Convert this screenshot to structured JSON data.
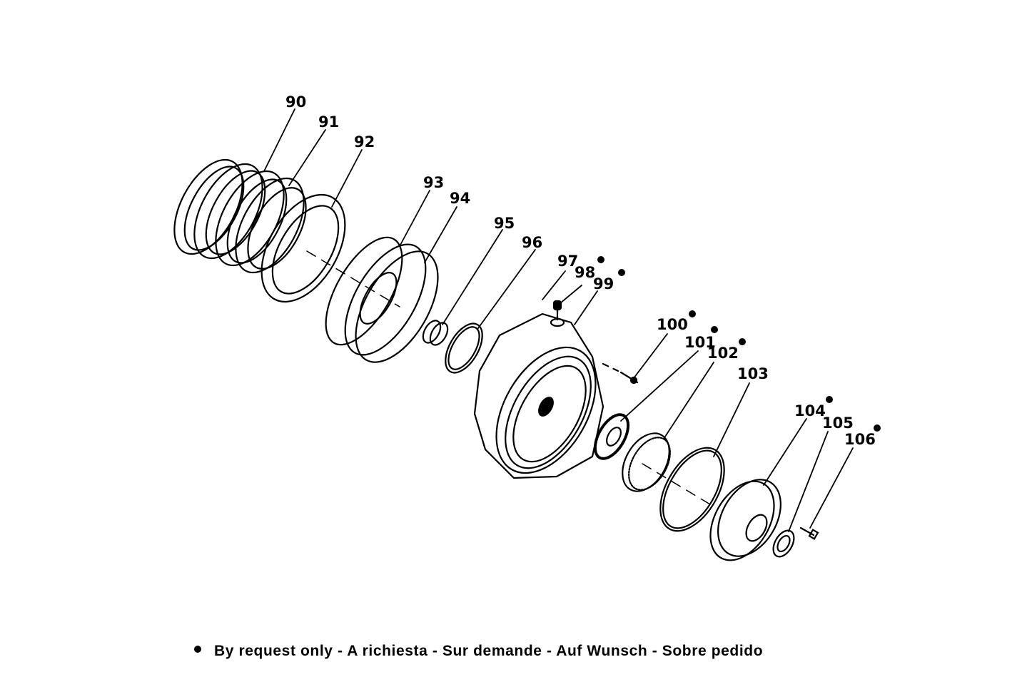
{
  "diagram": {
    "type": "exploded-parts-diagram",
    "subject": "transmission clutch pack / pump housing assembly",
    "parts": [
      {
        "number": "90",
        "by_request": false
      },
      {
        "number": "91",
        "by_request": false
      },
      {
        "number": "92",
        "by_request": false
      },
      {
        "number": "93",
        "by_request": false
      },
      {
        "number": "94",
        "by_request": false
      },
      {
        "number": "95",
        "by_request": false
      },
      {
        "number": "96",
        "by_request": false
      },
      {
        "number": "97",
        "by_request": false
      },
      {
        "number": "98",
        "by_request": true
      },
      {
        "number": "99",
        "by_request": true
      },
      {
        "number": "100",
        "by_request": true
      },
      {
        "number": "101",
        "by_request": true
      },
      {
        "number": "102",
        "by_request": true
      },
      {
        "number": "103",
        "by_request": false
      },
      {
        "number": "104",
        "by_request": true
      },
      {
        "number": "105",
        "by_request": false
      },
      {
        "number": "106",
        "by_request": true
      }
    ]
  },
  "legend": {
    "marker": "filled-dot",
    "text": "By request only - A richiesta - Sur demande - Auf Wunsch - Sobre pedido"
  },
  "colors": {
    "ink": "#000000",
    "paper": "#ffffff"
  }
}
